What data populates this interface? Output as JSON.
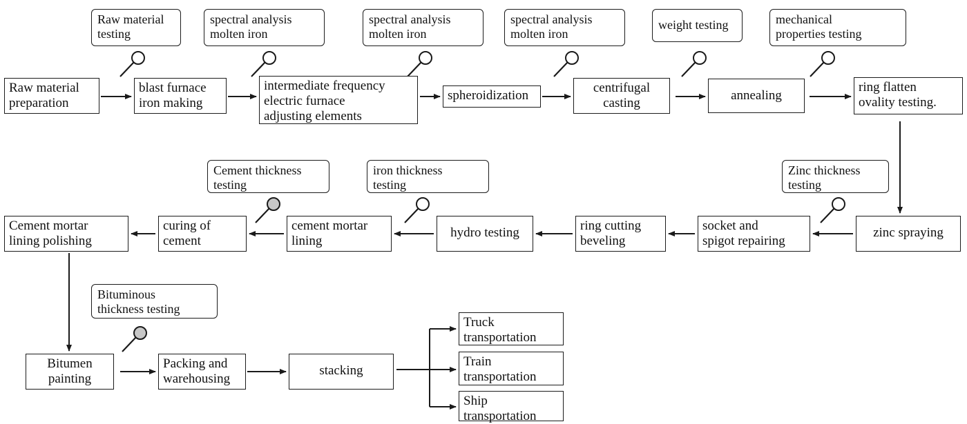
{
  "process": {
    "raw_prep": "Raw material\npreparation",
    "blast": "blast furnace\niron making",
    "inter": "intermediate frequency\nelectric furnace\nadjusting elements",
    "spheroid": "spheroidization",
    "centrifugal": "centrifugal\ncasting",
    "annealing": "annealing",
    "ring_flatten": "ring flatten\novality testing.",
    "zinc_spraying": "zinc spraying",
    "socket": "socket and\nspigot repairing",
    "ring_cutting": "ring cutting\nbeveling",
    "hydro": "hydro testing",
    "cement_lining": "cement mortar\nlining",
    "curing": "curing of\ncement",
    "polishing": "Cement mortar\nlining polishing",
    "bitumen": "Bitumen\npainting",
    "packing": "Packing and\nwarehousing",
    "stacking": "stacking",
    "truck": "Truck\ntransportation",
    "train": "Train\ntransportation",
    "ship": "Ship\ntransportation"
  },
  "tests": {
    "raw_testing": "Raw material\ntesting",
    "spectral1": "spectral analysis\nmolten iron",
    "spectral2": "spectral analysis\nmolten iron",
    "spectral3": "spectral analysis\nmolten iron",
    "weight": "weight testing",
    "mechanical": "mechanical\nproperties testing",
    "zinc_thickness": "Zinc  thickness\ntesting",
    "iron_thickness": "iron thickness\ntesting",
    "cement_thickness": "Cement thickness\ntesting",
    "bituminous": "Bituminous\nthickness testing"
  },
  "colors": {
    "line": "#1a1a1a",
    "lens_empty": "#ffffff",
    "lens_filled": "#c8c8c8"
  }
}
